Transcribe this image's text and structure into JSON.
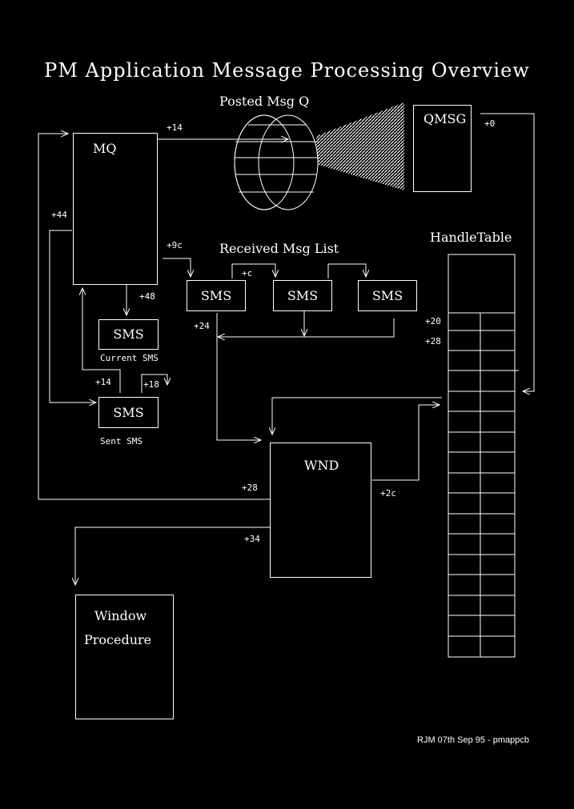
{
  "title": "PM Application Message Processing Overview",
  "labels": {
    "posted_msg_q": "Posted Msg Q",
    "qmsg": "QMSG",
    "mq": "MQ",
    "handle_table": "HandleTable",
    "received_msg_list": "Received Msg List",
    "sms": "SMS",
    "current_sms": "Current SMS",
    "sent_sms": "Sent SMS",
    "wnd": "WND",
    "window_procedure_line1": "Window",
    "window_procedure_line2": "Procedure"
  },
  "offsets": {
    "mq_to_queue": "+14",
    "qmsg_to_table": "+0",
    "mq_sent": "+44",
    "mq_received": "+9c",
    "sms_link": "+c",
    "mq_current": "+48",
    "received_to_wnd": "+24",
    "table_20": "+20",
    "table_28": "+28",
    "sent_14": "+14",
    "sent_18": "+18",
    "wnd_mq": "+28",
    "wnd_table": "+2c",
    "wnd_proc": "+34"
  },
  "credit": "RJM 07th Sep 95 - pmappcb",
  "colors": {
    "background": "#000000",
    "foreground": "#ffffff"
  }
}
